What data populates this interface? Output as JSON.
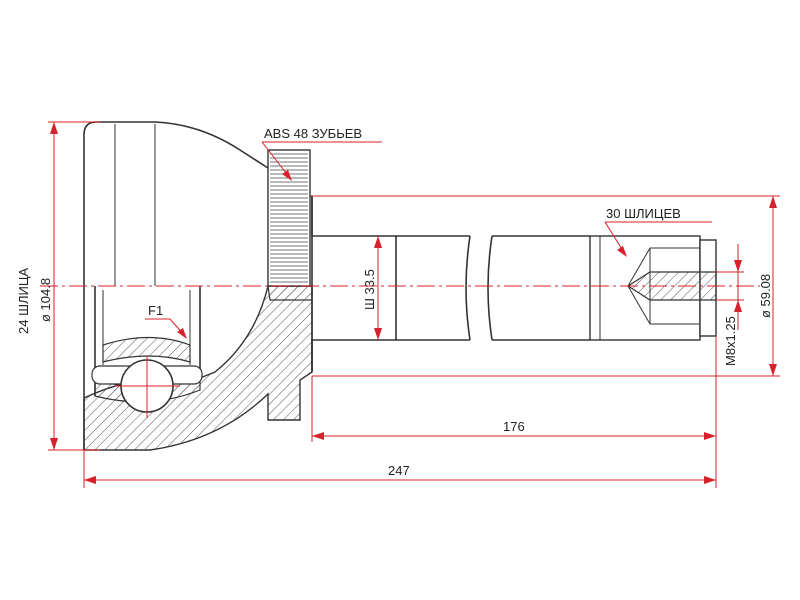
{
  "diagram": {
    "labels": {
      "abs": "ABS 48 ЗУБЬЕВ",
      "splines_shaft": "30 ШЛИЦЕВ",
      "inner_splines": "24 ШЛИЦА",
      "f1": "F1",
      "diam_outer": "ø 104.8",
      "diam_shaft": "Ш 33.5",
      "diam_seal": "ø 59.08",
      "thread": "M8x1.25",
      "len_shaft": "176",
      "len_total": "247"
    },
    "colors": {
      "dimension": "#d8202a",
      "outline": "#333333",
      "hatch": "#555555"
    }
  }
}
